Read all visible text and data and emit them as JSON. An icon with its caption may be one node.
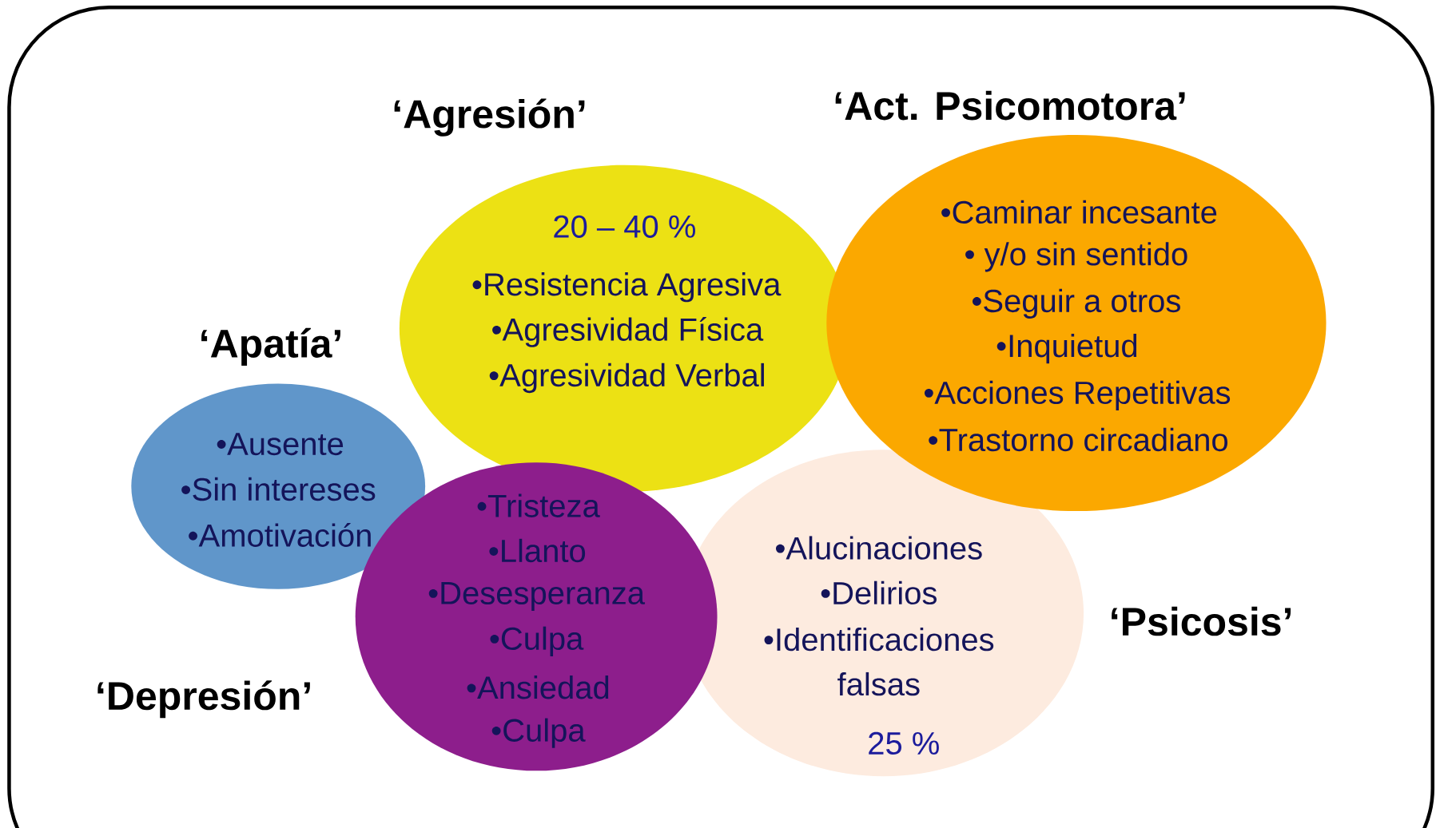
{
  "diagram": {
    "nodes": [
      {
        "text": [],
        "shape": "box"
      },
      {
        "text": [
          "‘Agresión’",
          "20 – 40 %",
          "•Resistencia Agresiva",
          "•Agresividad Física",
          "•Agresividad Verbal"
        ],
        "in": 0
      },
      {
        "text": [
          "‘Act. Psicomotora’",
          "•Caminar incesante",
          "• y/o sin sentido",
          "•Seguir a otros",
          "•Inquietud",
          "•Acciones Repetitivas",
          "•Trastorno circadiano"
        ],
        "in": 0
      },
      {
        "text": [
          "‘Apatía’",
          "•Ausente",
          "•Sin intereses",
          "•Amotivación"
        ],
        "in": 0
      },
      {
        "text": [
          "‘Depresión’",
          "•Tristeza",
          "•Llanto",
          "•Desesperanza",
          "•Culpa",
          "•Ansiedad",
          "•Culpa"
        ],
        "in": 0
      },
      {
        "text": [
          "‘Psicosis’",
          "•Alucinaciones",
          "•Delirios",
          "•Identificaciones falsas",
          "25 %"
        ],
        "in": 0
      }
    ],
    "edges": []
  }
}
